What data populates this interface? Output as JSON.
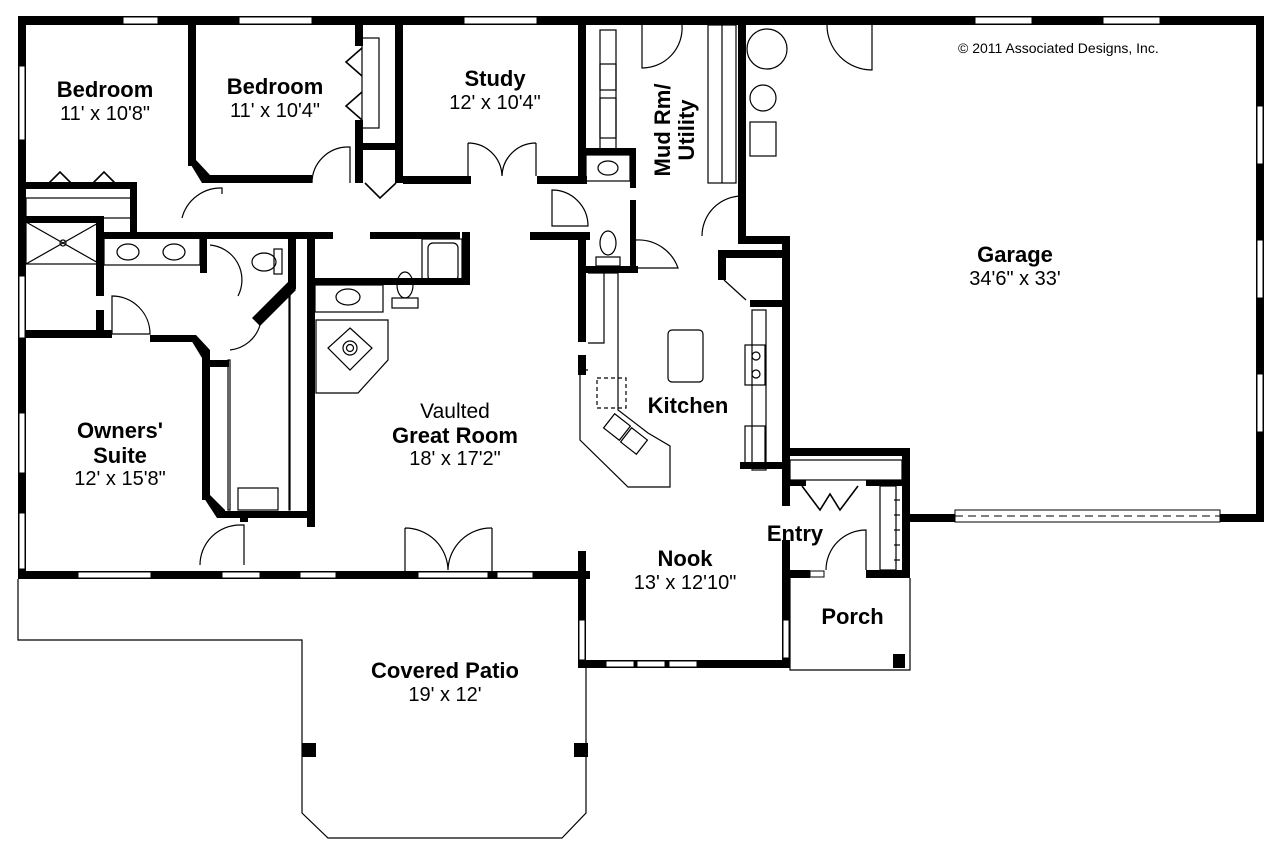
{
  "copyright": "© 2011 Associated Designs, Inc.",
  "rooms": {
    "bedroom_1": {
      "name": "Bedroom",
      "dimensions": "11' x 10'8\""
    },
    "bedroom_2": {
      "name": "Bedroom",
      "dimensions": "11' x 10'4\""
    },
    "study": {
      "name": "Study",
      "dimensions": "12' x 10'4\""
    },
    "mud_room": {
      "name_line1": "Mud Rm/",
      "name_line2": "Utility"
    },
    "garage": {
      "name": "Garage",
      "dimensions": "34'6\" x 33'"
    },
    "owners_suite": {
      "name_line1": "Owners'",
      "name_line2": "Suite",
      "dimensions": "12' x 15'8\""
    },
    "great_room": {
      "prefix": "Vaulted",
      "name": "Great Room",
      "dimensions": "18' x 17'2\""
    },
    "kitchen": {
      "name": "Kitchen"
    },
    "entry": {
      "name": "Entry"
    },
    "nook": {
      "name": "Nook",
      "dimensions": "13' x 12'10\""
    },
    "porch": {
      "name": "Porch"
    },
    "covered_patio": {
      "name": "Covered Patio",
      "dimensions": "19' x 12'"
    }
  }
}
